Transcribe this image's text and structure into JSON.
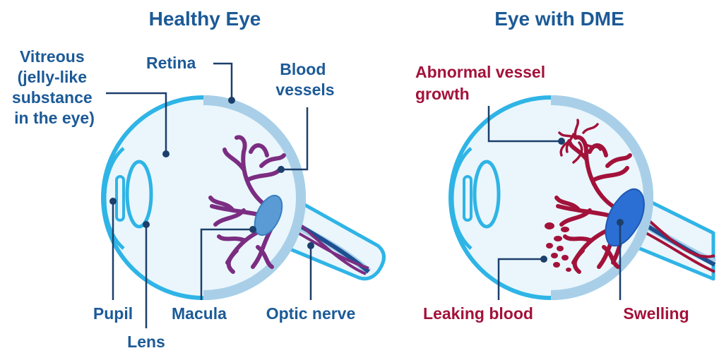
{
  "colors": {
    "label_blue": "#1c5a97",
    "label_red": "#a3123a",
    "eye_outline": "#2fb4e6",
    "eye_fill": "#eaf6fc",
    "retina_band": "#a9cfe8",
    "vessel_purple": "#7b2d82",
    "vessel_red": "#a3123a",
    "macula_light": "#5b9bd5",
    "macula_swollen": "#2b6fd4",
    "optic_nerve": "#1d4f91",
    "leader_line": "#1c3f6b"
  },
  "healthy": {
    "title": "Healthy Eye",
    "labels": {
      "vitreous": [
        "Vitreous",
        "(jelly-like",
        "substance",
        "in the eye)"
      ],
      "retina": "Retina",
      "blood_vessels": [
        "Blood",
        "vessels"
      ],
      "pupil": "Pupil",
      "lens": "Lens",
      "macula": "Macula",
      "optic_nerve": "Optic nerve"
    }
  },
  "dme": {
    "title": "Eye with DME",
    "labels": {
      "abnormal_growth": [
        "Abnormal vessel",
        "growth"
      ],
      "leaking_blood": "Leaking blood",
      "swelling": "Swelling"
    }
  }
}
